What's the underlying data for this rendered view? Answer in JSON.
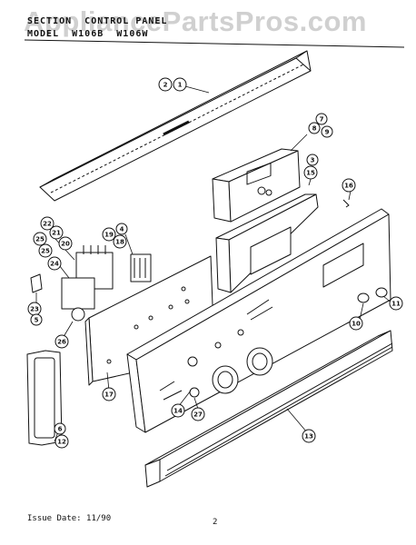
{
  "header": {
    "section_line": "SECTION  CONTROL PANEL",
    "model_line": "MODEL  W106B  W106W"
  },
  "watermark": "AppliancePartsPros.com",
  "footer": {
    "issue": "Issue Date: 11/90",
    "page": "2"
  },
  "callouts": [
    {
      "id": "c2",
      "label": "2"
    },
    {
      "id": "c1",
      "label": "1"
    },
    {
      "id": "c7",
      "label": "7"
    },
    {
      "id": "c8",
      "label": "8"
    },
    {
      "id": "c9",
      "label": "9"
    },
    {
      "id": "c3",
      "label": "3"
    },
    {
      "id": "c15",
      "label": "15"
    },
    {
      "id": "c16",
      "label": "16"
    },
    {
      "id": "c22",
      "label": "22"
    },
    {
      "id": "c21",
      "label": "21"
    },
    {
      "id": "c25a",
      "label": "25"
    },
    {
      "id": "c20",
      "label": "20"
    },
    {
      "id": "c25b",
      "label": "25"
    },
    {
      "id": "c24",
      "label": "24"
    },
    {
      "id": "c19",
      "label": "19"
    },
    {
      "id": "c4",
      "label": "4"
    },
    {
      "id": "c18",
      "label": "18"
    },
    {
      "id": "c23",
      "label": "23"
    },
    {
      "id": "c5",
      "label": "5"
    },
    {
      "id": "c26",
      "label": "26"
    },
    {
      "id": "c10",
      "label": "10"
    },
    {
      "id": "c11",
      "label": "11"
    },
    {
      "id": "c17",
      "label": "17"
    },
    {
      "id": "c14",
      "label": "14"
    },
    {
      "id": "c27",
      "label": "27"
    },
    {
      "id": "c6",
      "label": "6"
    },
    {
      "id": "c12",
      "label": "12"
    },
    {
      "id": "c13",
      "label": "13"
    }
  ]
}
